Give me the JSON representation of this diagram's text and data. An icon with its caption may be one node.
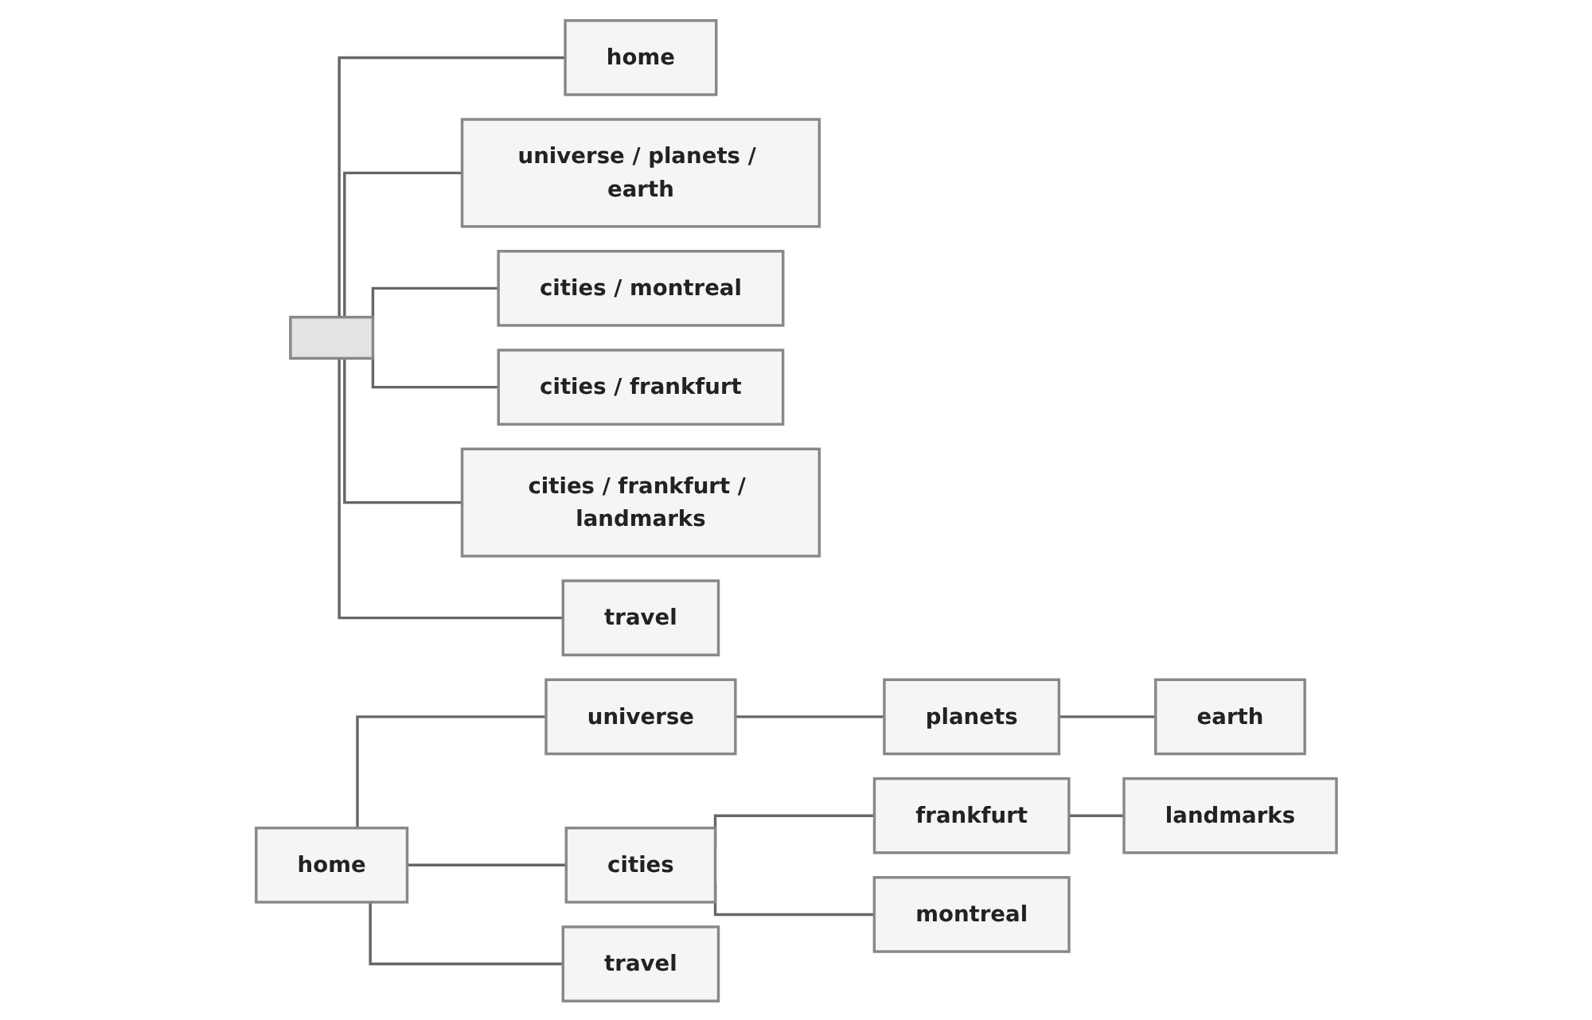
{
  "diagram": {
    "nodes": [
      {
        "text": [],
        "shape": "bar"
      },
      {
        "text": [
          "home"
        ]
      },
      {
        "text": [
          "universe / planets / earth"
        ]
      },
      {
        "text": [
          "cities / montreal"
        ]
      },
      {
        "text": [
          "cities / frankfurt"
        ]
      },
      {
        "text": [
          "cities / frankfurt / landmarks"
        ]
      },
      {
        "text": [
          "travel"
        ]
      },
      {
        "text": [
          "home"
        ]
      },
      {
        "text": [
          "universe"
        ]
      },
      {
        "text": [
          "planets"
        ]
      },
      {
        "text": [
          "earth"
        ]
      },
      {
        "text": [
          "cities"
        ]
      },
      {
        "text": [
          "frankfurt"
        ]
      },
      {
        "text": [
          "landmarks"
        ]
      },
      {
        "text": [
          "montreal"
        ]
      },
      {
        "text": [
          "travel"
        ]
      }
    ],
    "edges": [
      {
        "from": 0,
        "to": 1,
        "arrow": "none"
      },
      {
        "from": 0,
        "to": 2,
        "arrow": "none"
      },
      {
        "from": 0,
        "to": 3,
        "arrow": "none"
      },
      {
        "from": 0,
        "to": 4,
        "arrow": "none"
      },
      {
        "from": 0,
        "to": 5,
        "arrow": "none"
      },
      {
        "from": 0,
        "to": 6,
        "arrow": "none"
      },
      {
        "from": 7,
        "to": 8,
        "arrow": "none"
      },
      {
        "from": 8,
        "to": 9,
        "arrow": "none"
      },
      {
        "from": 9,
        "to": 10,
        "arrow": "none"
      },
      {
        "from": 7,
        "to": 11,
        "arrow": "none"
      },
      {
        "from": 11,
        "to": 12,
        "arrow": "none"
      },
      {
        "from": 12,
        "to": 13,
        "arrow": "none"
      },
      {
        "from": 11,
        "to": 14,
        "arrow": "none"
      },
      {
        "from": 7,
        "to": 15,
        "arrow": "none"
      }
    ]
  }
}
